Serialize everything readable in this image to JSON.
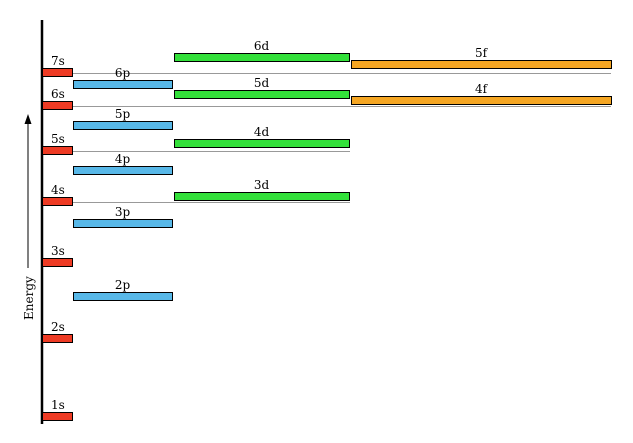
{
  "axis": {
    "label": "Energy"
  },
  "colors": {
    "s": "#ee3b24",
    "p": "#58b8e8",
    "d": "#33e03a",
    "f": "#f5a623"
  },
  "levels": [
    {
      "id": "1s",
      "label": "1s",
      "type": "s"
    },
    {
      "id": "2s",
      "label": "2s",
      "type": "s"
    },
    {
      "id": "2p",
      "label": "2p",
      "type": "p"
    },
    {
      "id": "3s",
      "label": "3s",
      "type": "s"
    },
    {
      "id": "3p",
      "label": "3p",
      "type": "p"
    },
    {
      "id": "4s",
      "label": "4s",
      "type": "s"
    },
    {
      "id": "3d",
      "label": "3d",
      "type": "d"
    },
    {
      "id": "4p",
      "label": "4p",
      "type": "p"
    },
    {
      "id": "5s",
      "label": "5s",
      "type": "s"
    },
    {
      "id": "4d",
      "label": "4d",
      "type": "d"
    },
    {
      "id": "5p",
      "label": "5p",
      "type": "p"
    },
    {
      "id": "6s",
      "label": "6s",
      "type": "s"
    },
    {
      "id": "4f",
      "label": "4f",
      "type": "f"
    },
    {
      "id": "5d",
      "label": "5d",
      "type": "d"
    },
    {
      "id": "6p",
      "label": "6p",
      "type": "p"
    },
    {
      "id": "7s",
      "label": "7s",
      "type": "s"
    },
    {
      "id": "5f",
      "label": "5f",
      "type": "f"
    },
    {
      "id": "6d",
      "label": "6d",
      "type": "d"
    }
  ]
}
